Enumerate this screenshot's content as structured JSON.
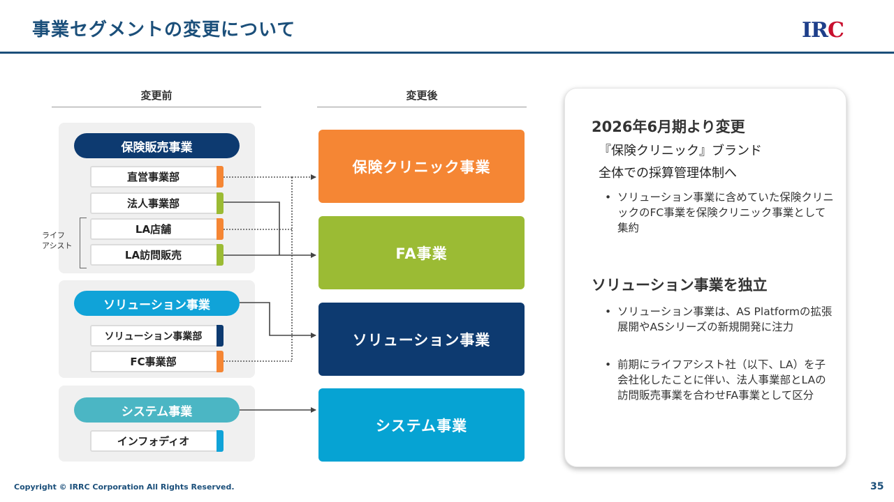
{
  "header": {
    "title": "事業セグメントの変更について",
    "logo_main": "IR",
    "logo_accent": "C"
  },
  "columns": {
    "before": "変更前",
    "after": "変更後"
  },
  "before_groups": {
    "insurance": {
      "label": "保険販売事業",
      "color": "#0d3a70",
      "units": [
        {
          "label": "直営事業部",
          "tab_color": "#f58634"
        },
        {
          "label": "法人事業部",
          "tab_color": "#9bbb34"
        },
        {
          "label": "LA店舗",
          "tab_color": "#f58634"
        },
        {
          "label": "LA訪問販売",
          "tab_color": "#9bbb34"
        }
      ],
      "bracket_label_line1": "ライフ",
      "bracket_label_line2": "アシスト"
    },
    "solution": {
      "label": "ソリューション事業",
      "color": "#10a3d8",
      "units": [
        {
          "label": "ソリューション事業部",
          "tab_color": "#0d3a70"
        },
        {
          "label": "FC事業部",
          "tab_color": "#f58634"
        }
      ]
    },
    "system": {
      "label": "システム事業",
      "color": "#4bb6c4",
      "units": [
        {
          "label": "インフォディオ",
          "tab_color": "#10a3d8"
        }
      ]
    }
  },
  "after_segments": [
    {
      "label": "保険クリニック事業",
      "color": "#f58634"
    },
    {
      "label": "FA事業",
      "color": "#9bbb34"
    },
    {
      "label": "ソリューション事業",
      "color": "#0d3a70"
    },
    {
      "label": "システム事業",
      "color": "#06a3d3"
    }
  ],
  "notes": {
    "section1": {
      "heading": "2026年6月期より変更",
      "sub1": "『保険クリニック』ブランド",
      "sub2": "全体での採算管理体制へ",
      "bullets": [
        "ソリューション事業に含めていた保険クリニックのFC事業を保険クリニック事業として集約"
      ]
    },
    "section2": {
      "heading": "ソリューション事業を独立",
      "bullets": [
        "ソリューション事業は、AS Platformの拡張展開やASシリーズの新規開発に注力",
        "前期にライフアシスト社（以下、LA）を子会社化したことに伴い、法人事業部とLAの訪問販売事業を合わせFA事業として区分"
      ]
    }
  },
  "footer": {
    "copyright": "Copyright © IRRC Corporation All Rights Reserved.",
    "page": "35"
  }
}
